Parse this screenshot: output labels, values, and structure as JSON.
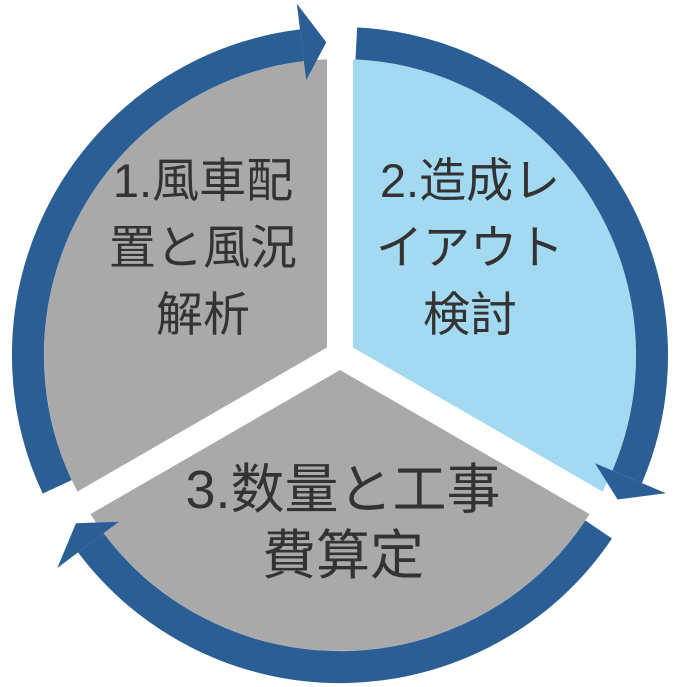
{
  "diagram": {
    "type": "segmented-cycle",
    "direction": "clockwise",
    "segments": [
      {
        "id": "1",
        "label": "1.風車配置と風況解析",
        "lines": [
          "1.風車配",
          "置と風況",
          "解析"
        ],
        "color": "#A9A9A9",
        "highlighted": false
      },
      {
        "id": "2",
        "label": "2.造成レイアウト検討",
        "lines": [
          "2.造成レ",
          "イアウト",
          "検討"
        ],
        "color": "#A3DAF2",
        "highlighted": true
      },
      {
        "id": "3",
        "label": "3.数量と工事費算定",
        "lines": [
          "3.数量と工事",
          "費算定"
        ],
        "color": "#A9A9A9",
        "highlighted": false
      }
    ],
    "colors": {
      "ring_arrow": "#2A5E94",
      "separator": "#FFFFFF",
      "text": "#333333",
      "inactive_segment": "#A9A9A9",
      "active_segment": "#A3DAF2",
      "background": "#FFFFFF"
    }
  }
}
